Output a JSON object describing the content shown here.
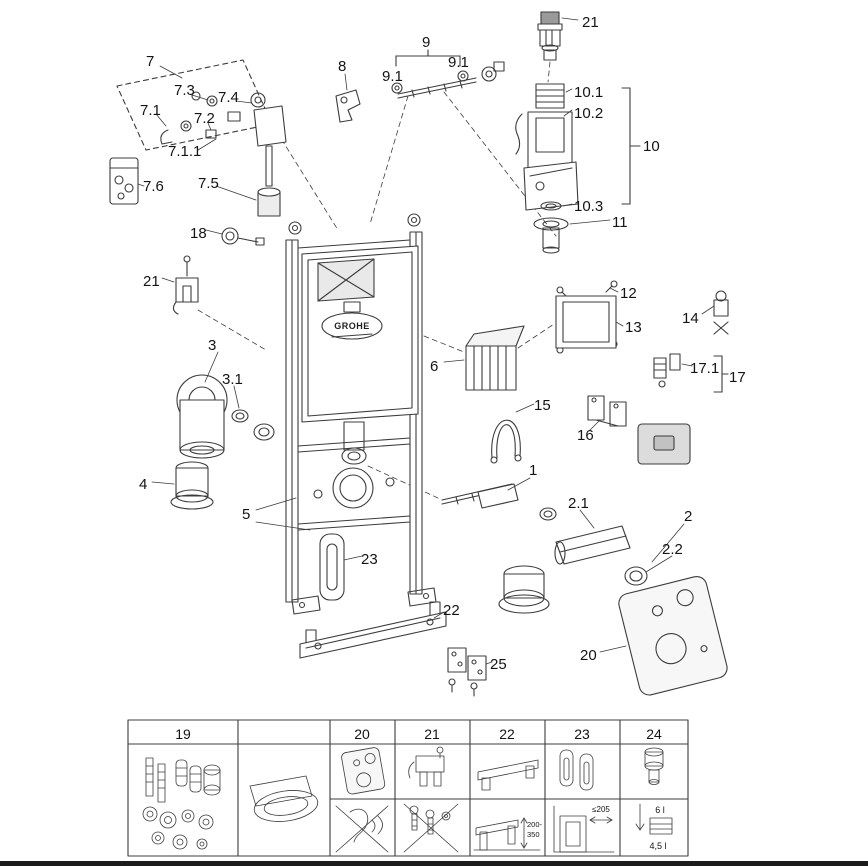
{
  "diagram": {
    "brand": "GROHE",
    "callouts": {
      "part1": "1",
      "part2": "2",
      "part2_1": "2.1",
      "part2_2": "2.2",
      "part3": "3",
      "part3_1": "3.1",
      "part4": "4",
      "part5": "5",
      "part6": "6",
      "part7": "7",
      "part7_1": "7.1",
      "part7_1_1": "7.1.1",
      "part7_2": "7.2",
      "part7_3": "7.3",
      "part7_4": "7.4",
      "part7_5": "7.5",
      "part7_6": "7.6",
      "part8": "8",
      "part9": "9",
      "part9_1a": "9.1",
      "part9_1b": "9.1",
      "part10": "10",
      "part10_1": "10.1",
      "part10_2": "10.2",
      "part10_3": "10.3",
      "part11": "11",
      "part12": "12",
      "part13": "13",
      "part14": "14",
      "part15": "15",
      "part16": "16",
      "part17": "17",
      "part17_1": "17.1",
      "part18": "18",
      "part20": "20",
      "part21_top": "21",
      "part21_left": "21",
      "part22": "22",
      "part23": "23",
      "part25": "25"
    }
  },
  "legend": {
    "columns": [
      {
        "label": "19"
      },
      {
        "label": "20"
      },
      {
        "label": "21"
      },
      {
        "label": "22"
      },
      {
        "label": "23"
      },
      {
        "label": "24"
      }
    ],
    "annotations": {
      "rail_height_line1": "200-",
      "rail_height_line2": "350",
      "depth_max": "≤205",
      "flush_full": "6 l",
      "flush_reduced": "4,5 l"
    }
  }
}
